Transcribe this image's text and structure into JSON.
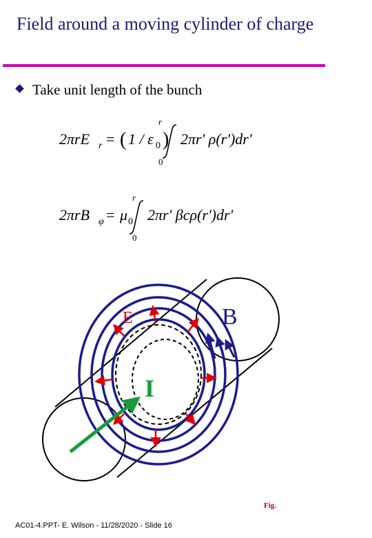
{
  "slide": {
    "title": "Field around a moving cylinder of charge",
    "bullet": "Take unit length of the bunch",
    "figure_caption": "Fig.",
    "footer": "AC01-4.PPT- E. Wilson - 11/28/2020 - Slide 16"
  },
  "equations": {
    "eq1": {
      "lhs": "2πrE",
      "lhs_sub": "r",
      "eq": "=",
      "paren_open": "(",
      "factor_a": "1 / ε",
      "factor_sub": "0",
      "paren_close": ")",
      "upper": "r",
      "lower": "0",
      "integrand": "2πr' ρ(r')dr'"
    },
    "eq2": {
      "lhs": "2πrB",
      "lhs_sub": "φ",
      "eq": "=",
      "factor_a": "μ",
      "factor_sub": "0",
      "upper": "r",
      "lower": "0",
      "integrand": "2πr' βcρ(r')dr'"
    }
  },
  "figure_labels": {
    "e_label": "E",
    "b_label": "B",
    "i_label": "I"
  },
  "colors": {
    "title": "#1a1a7a",
    "rule": "#cc00aa",
    "bullet": "#1a1a7a",
    "field_lines": "#1c1c8c",
    "arrows": "#e00000",
    "current": "#1a9a3a"
  }
}
